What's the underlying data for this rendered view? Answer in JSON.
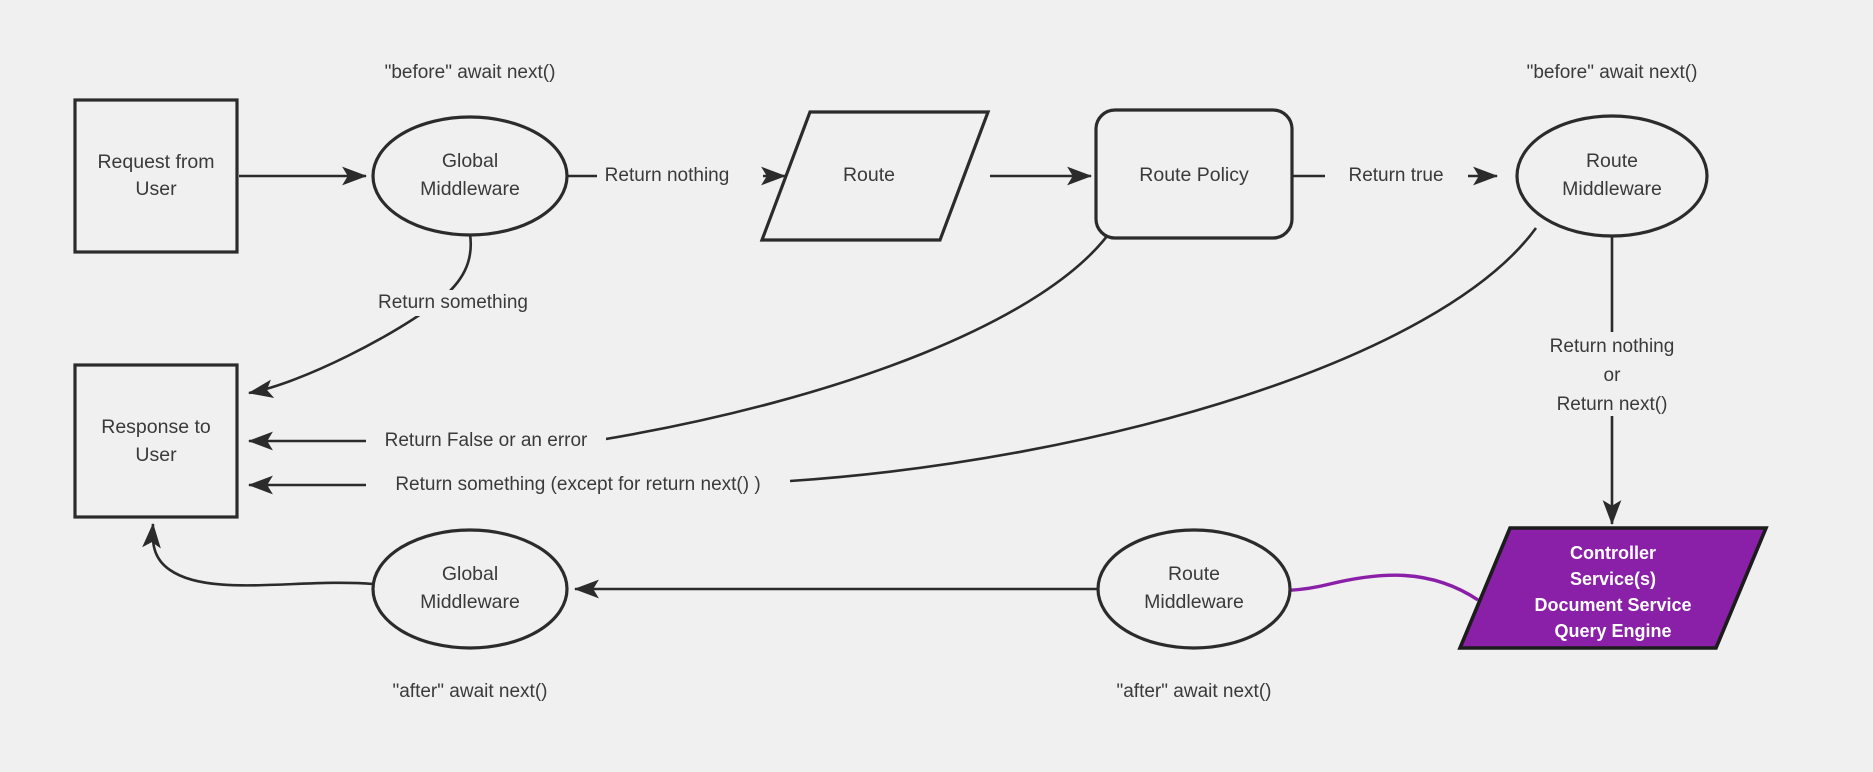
{
  "diagram": {
    "title": "Request middleware lifecycle flowchart",
    "background_color": "#f0f0f0",
    "line_color": "#2b2b2b",
    "accent_color": "#8A1FA8",
    "accent_text_color": "#ffffff"
  },
  "nodes": {
    "request": {
      "line1": "Request from",
      "line2": "User",
      "shape": "rectangle"
    },
    "global_mw_top": {
      "line1": "Global",
      "line2": "Middleware",
      "shape": "ellipse"
    },
    "route": {
      "line1": "Route",
      "shape": "parallelogram"
    },
    "route_policy": {
      "line1": "Route Policy",
      "shape": "rounded-rectangle"
    },
    "route_mw_top": {
      "line1": "Route",
      "line2": "Middleware",
      "shape": "ellipse"
    },
    "response": {
      "line1": "Response to",
      "line2": "User",
      "shape": "rectangle"
    },
    "global_mw_bottom": {
      "line1": "Global",
      "line2": "Middleware",
      "shape": "ellipse"
    },
    "route_mw_bottom": {
      "line1": "Route",
      "line2": "Middleware",
      "shape": "ellipse"
    },
    "controller": {
      "line1": "Controller",
      "line2": "Service(s)",
      "line3": "Document Service",
      "line4": "Query Engine",
      "shape": "parallelogram"
    }
  },
  "annotations": {
    "before_global": "\"before\" await next()",
    "before_route_mw": "\"before\" await next()",
    "after_global": "\"after\" await next()",
    "after_route_mw": "\"after\" await next()"
  },
  "edges": {
    "request_to_global": {
      "label": ""
    },
    "global_to_route": {
      "label": "Return nothing"
    },
    "global_to_response": {
      "label": "Return something"
    },
    "route_to_policy": {
      "label": ""
    },
    "policy_to_route_mw": {
      "label": "Return true"
    },
    "policy_to_response": {
      "label": "Return False or an error"
    },
    "route_mw_to_response": {
      "label": "Return something (except for return next() )"
    },
    "route_mw_to_controller_l1": "Return nothing",
    "route_mw_to_controller_l2": "or",
    "route_mw_to_controller_l3": "Return next()",
    "controller_to_route_mw_bottom": {
      "label": "",
      "color": "#8A1FA8"
    },
    "route_mw_bottom_to_global_bottom": {
      "label": ""
    },
    "global_bottom_to_response": {
      "label": ""
    }
  }
}
